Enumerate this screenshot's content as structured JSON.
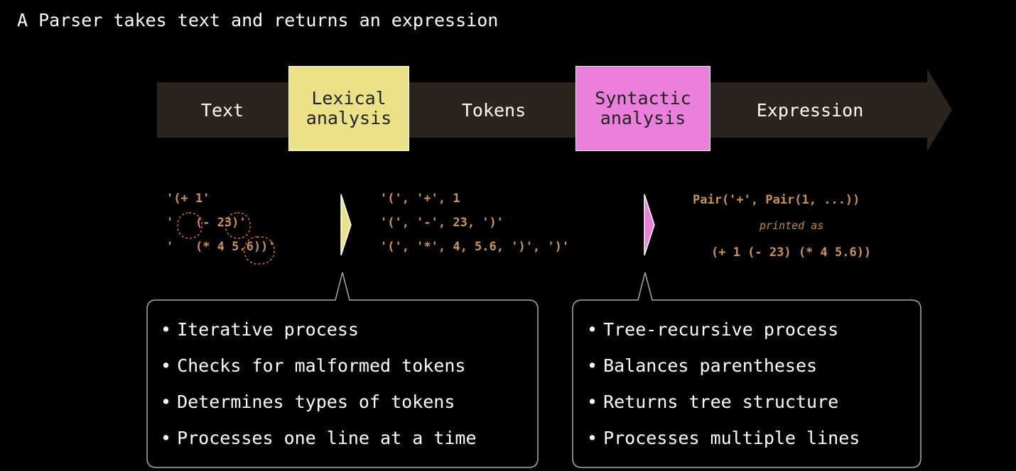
{
  "title": "A Parser takes text and returns an expression",
  "pipeline": {
    "stages": [
      {
        "label": "Text"
      },
      {
        "label": "Lexical\nanalysis",
        "color": "#ebe189"
      },
      {
        "label": "Tokens"
      },
      {
        "label": "Syntactic\nanalysis",
        "color": "#ea80db"
      },
      {
        "label": "Expression"
      }
    ]
  },
  "text_example": {
    "lines": [
      "'(+ 1'",
      "'   (- 23)'",
      "'   (* 4 5.6))'"
    ]
  },
  "tokens_example": {
    "lines": [
      "'(', '+', 1",
      "'(', '-', 23, ')'",
      "'(', '*', 4, 5.6, ')', ')'"
    ]
  },
  "expression_example": {
    "pair": "Pair('+', Pair(1, ...))",
    "note": "printed as",
    "printed": "(+ 1 (- 23) (* 4 5.6))"
  },
  "lexical_callout": {
    "items": [
      "Iterative process",
      "Checks for malformed tokens",
      "Determines types of tokens",
      "Processes one line at a time"
    ]
  },
  "syntactic_callout": {
    "items": [
      "Tree-recursive process",
      "Balances parentheses",
      "Returns tree structure",
      "Processes multiple lines"
    ]
  },
  "colors": {
    "arrow": "#2a241c",
    "code": "#c9935e",
    "lexical": "#ebe189",
    "syntactic": "#ea80db"
  }
}
